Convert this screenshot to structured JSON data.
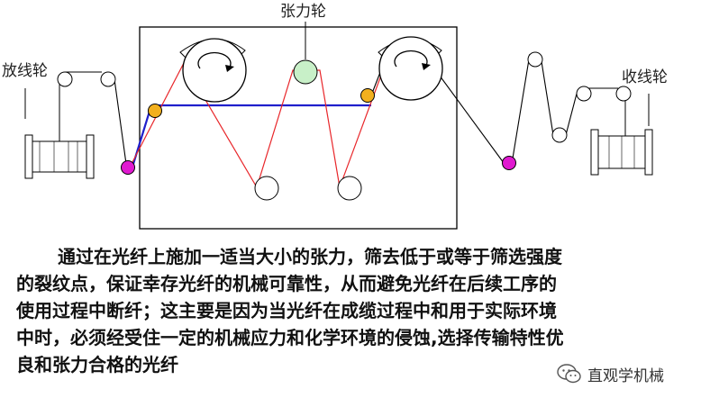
{
  "labels": {
    "payoff_reel": "放线轮",
    "tension_wheel": "张力轮",
    "takeup_reel": "收线轮"
  },
  "caption": "通过在光纤上施加一适当大小的张力，筛去低于或等于筛选强度的裂纹点，保证幸存光纤的机械可靠性，从而避免光纤在后续工序的使用过程中断纤；这主要是因为当光纤在成缆过程中和用于实际环境中时，必须经受住一定的机械应力和化学环境的侵蚀,选择传输特性优良和张力合格的光纤",
  "watermark": "直观学机械",
  "colors": {
    "fiber_black": "#000000",
    "fiber_red": "#e8262a",
    "blue_line": "#1f1fcc",
    "tension_wheel_fill": "#c8f0c8",
    "orange_pulley": "#f2b01e",
    "magenta_pulley": "#e01ad0"
  }
}
